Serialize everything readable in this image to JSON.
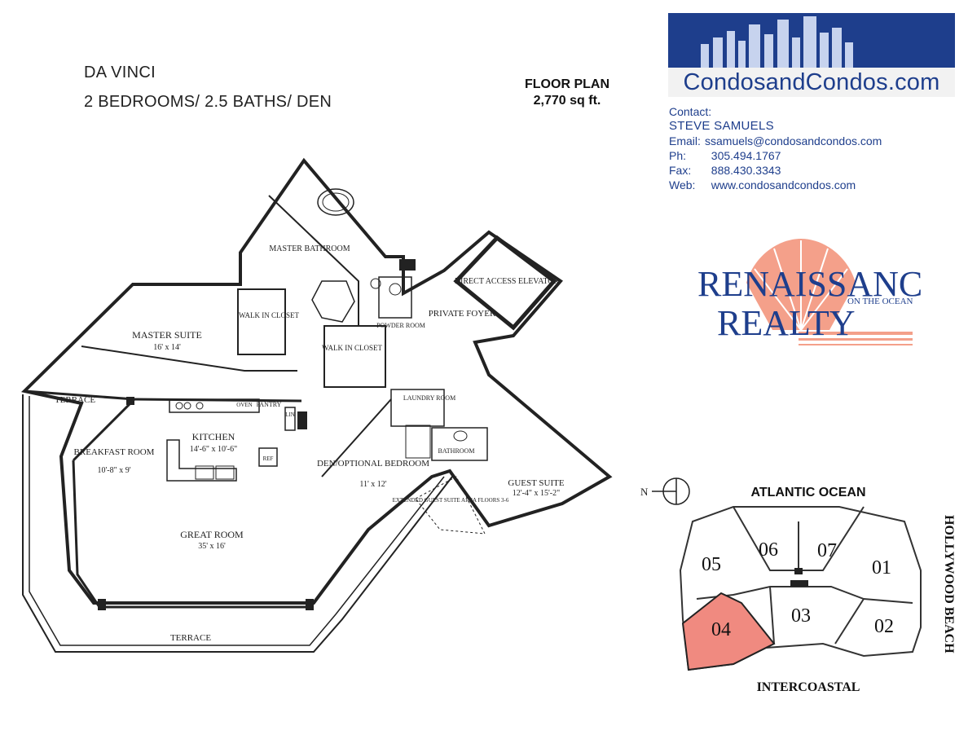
{
  "header": {
    "model_name": "DA VINCI",
    "model_specs": "2 BEDROOMS/ 2.5 BATHS/ DEN",
    "floor_plan_label": "FLOOR PLAN",
    "floor_plan_area": "2,770 sq ft."
  },
  "banner": {
    "site": "CondosandCondos.com"
  },
  "contact": {
    "heading": "Contact:",
    "name": "STEVE SAMUELS",
    "email_label": "Email:",
    "email": "ssamuels@condosandcondos.com",
    "phone_label": "Ph:",
    "phone": "305.494.1767",
    "fax_label": "Fax:",
    "fax": "888.430.3343",
    "web_label": "Web:",
    "web": "www.condosandcondos.com"
  },
  "logo": {
    "line1": "RENAISSANCE",
    "line2": "REALTY",
    "tagline": "ON THE OCEAN"
  },
  "colors": {
    "brand_blue": "#1e3e8c",
    "shell_salmon": "#f4a08a",
    "highlight_unit": "#f08a80"
  },
  "rooms": {
    "master_bathroom": "MASTER BATHROOM",
    "walk_in_closet_1": "WALK IN CLOSET",
    "walk_in_closet_2": "WALK IN CLOSET",
    "powder_room": "POWDER ROOM",
    "direct_access_elevator": "DIRECT ACCESS ELEVATOR",
    "private_foyer": "PRIVATE FOYER",
    "master_suite": "MASTER SUITE",
    "master_suite_dim": "16' x 14'",
    "terrace_top": "TERRACE",
    "oven": "OVEN",
    "pantry": "PANTRY",
    "lin": "LIN",
    "laundry_room": "LAUNDRY ROOM",
    "kitchen": "KITCHEN",
    "kitchen_dim": "14'-6\" x 10'-6\"",
    "breakfast_room": "BREAKFAST ROOM",
    "breakfast_room_dim": "10'-8\" x 9'",
    "ref": "REF",
    "bathroom": "BATHROOM",
    "den": "DEN/OPTIONAL BEDROOM",
    "den_dim": "11' x 12'",
    "guest_suite": "GUEST SUITE",
    "guest_suite_dim": "12'-4\" x 15'-2\"",
    "extended_area": "EXTENDED GUEST SUITE AREA FLOORS 3-6",
    "great_room": "GREAT ROOM",
    "great_room_dim": "35' x 16'",
    "terrace_bottom": "TERRACE"
  },
  "site_map": {
    "compass_label": "N",
    "north_side": "ATLANTIC OCEAN",
    "south_side": "INTERCOASTAL",
    "east_side": "HOLLYWOOD BEACH",
    "units": [
      "05",
      "06",
      "07",
      "01",
      "04",
      "03",
      "02"
    ],
    "highlighted_unit": "04"
  }
}
